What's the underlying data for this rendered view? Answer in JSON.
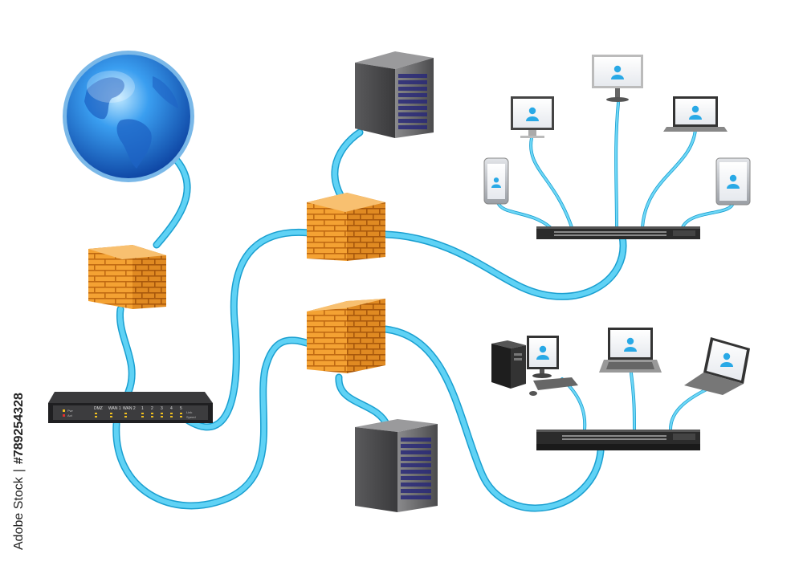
{
  "stock_id": "789254328",
  "stock_brand": "Adobe Stock",
  "router": {
    "port_labels": [
      "DMZ",
      "WAN 1",
      "WAN 2",
      "1",
      "2",
      "3",
      "4",
      "5"
    ],
    "led_left": [
      "Pwr",
      "Act"
    ],
    "led_right": [
      "Link",
      "Speed"
    ]
  },
  "colors": {
    "cable": "#5fd2f5",
    "cable_edge": "#1a9fd0",
    "brick": "#f4a233",
    "mortar": "#c06a12",
    "server": "#6e6e70",
    "switch": "#2b2b2b",
    "globe": "#1d6fd0",
    "user_icon": "#29a9e6"
  },
  "icons": [
    "globe-icon",
    "firewall-icon",
    "router-icon",
    "server-icon",
    "network-switch-icon",
    "desktop-monitor-icon",
    "laptop-icon",
    "smartphone-icon",
    "tablet-icon",
    "desktop-tower-icon",
    "user-icon"
  ]
}
